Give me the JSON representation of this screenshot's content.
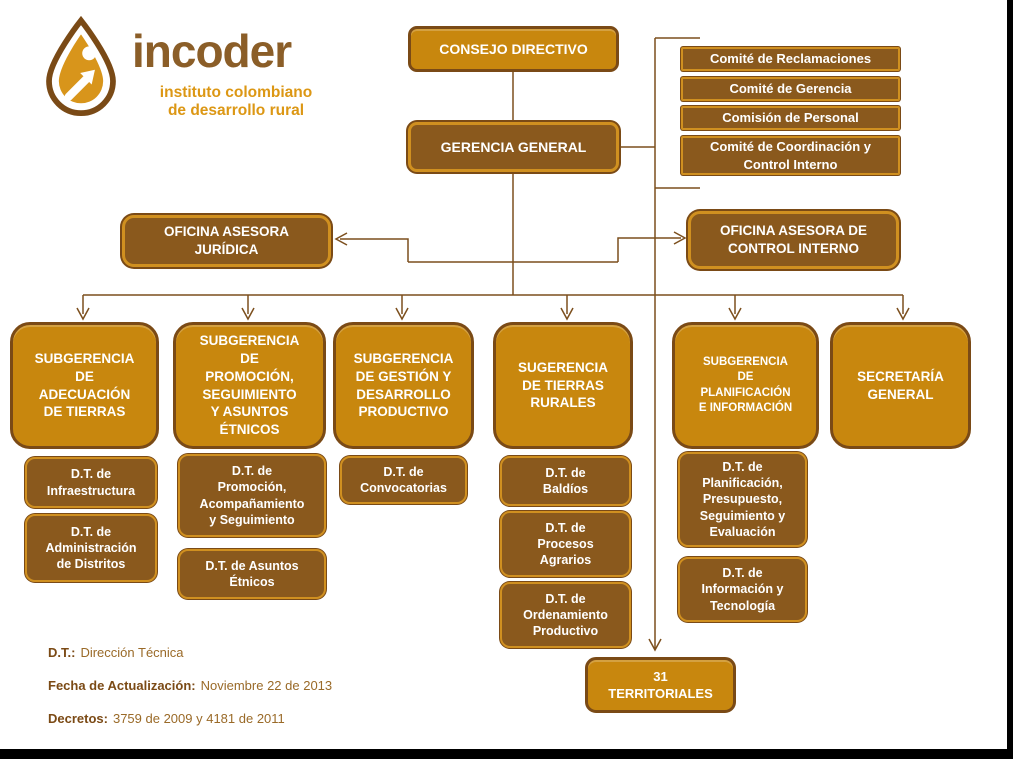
{
  "logo": {
    "name": "incoder",
    "subtitle_line1": "instituto colombiano",
    "subtitle_line2": "de desarrollo rural",
    "icon": "drop-arrow-icon"
  },
  "org": {
    "consejo": "CONSEJO DIRECTIVO",
    "gerencia": "GERENCIA GENERAL",
    "committees": [
      "Comité de Reclamaciones",
      "Comité de Gerencia",
      "Comisión de Personal",
      "Comité de Coordinación y Control Interno"
    ],
    "oficina_juridica": [
      "OFICINA ASESORA",
      "JURÍDICA"
    ],
    "oficina_control": [
      "OFICINA ASESORA DE",
      "CONTROL INTERNO"
    ],
    "subgerencias": [
      [
        "SUBGERENCIA",
        "DE",
        "ADECUACIÓN",
        "DE TIERRAS"
      ],
      [
        "SUBGERENCIA",
        "DE",
        "PROMOCIÓN,",
        "SEGUIMIENTO",
        "Y ASUNTOS",
        "ÉTNICOS"
      ],
      [
        "SUBGERENCIA",
        "DE GESTIÓN Y",
        "DESARROLLO",
        "PRODUCTIVO"
      ],
      [
        "SUGERENCIA",
        "DE TIERRAS",
        "RURALES"
      ],
      [
        "SUBGERENCIA",
        "DE",
        "PLANIFICACIÓN",
        "E INFORMACIÓN"
      ],
      [
        "SECRETARÍA",
        "GENERAL"
      ]
    ],
    "dt": {
      "col1": [
        [
          "D.T. de",
          "Infraestructura"
        ],
        [
          "D.T. de",
          "Administración",
          "de Distritos"
        ]
      ],
      "col2": [
        [
          "D.T. de",
          "Promoción,",
          "Acompañamiento",
          "y Seguimiento"
        ],
        [
          "D.T. de Asuntos",
          "Étnicos"
        ]
      ],
      "col3": [
        [
          "D.T. de",
          "Convocatorias"
        ]
      ],
      "col4": [
        [
          "D.T. de",
          "Baldíos"
        ],
        [
          "D.T. de",
          "Procesos",
          "Agrarios"
        ],
        [
          "D.T. de",
          "Ordenamiento",
          "Productivo"
        ]
      ],
      "col5": [
        [
          "D.T. de",
          "Planificación,",
          "Presupuesto,",
          "Seguimiento y",
          "Evaluación"
        ],
        [
          "D.T. de",
          "Información y",
          "Tecnología"
        ]
      ]
    },
    "territoriales": [
      "31",
      "TERRITORIALES"
    ]
  },
  "notes": [
    {
      "label": "D.T.:",
      "text": "Dirección Técnica"
    },
    {
      "label": "Fecha de Actualización:",
      "text": "Noviembre 22 de 2013"
    },
    {
      "label": "Decretos:",
      "text": "3759 de 2009 y 4181 de 2011"
    }
  ],
  "colors": {
    "gold_fill": "#C8870E",
    "brown_fill": "#8A591D",
    "dark_border": "#7A4A16",
    "gold_border": "#D09020",
    "connector_line": "#7C4F1D",
    "logo_text": "#8B5E28",
    "logo_subtitle": "#DC9714",
    "frame_black": "#000000",
    "text_white": "#FFFFFF"
  }
}
